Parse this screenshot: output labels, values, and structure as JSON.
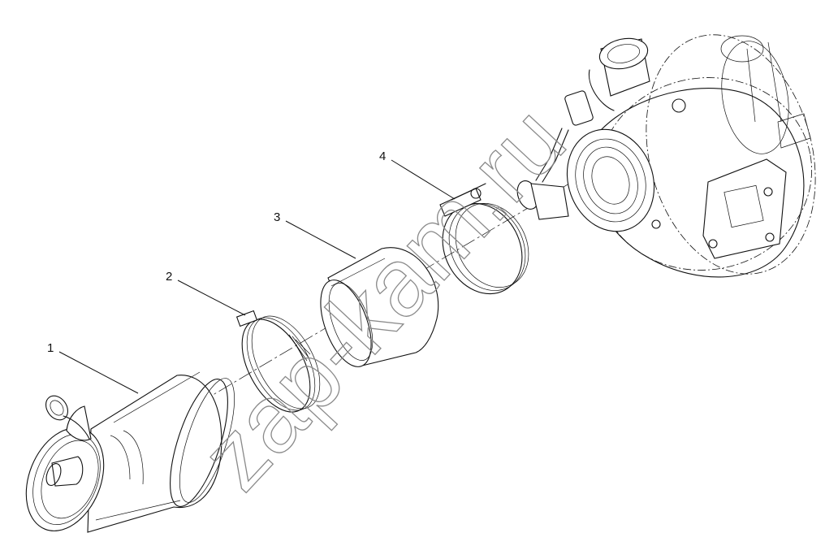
{
  "watermark": "zap-kam.ru",
  "callouts": [
    {
      "label": "1",
      "part": "air-filter-housing"
    },
    {
      "label": "2",
      "part": "hose-clamp"
    },
    {
      "label": "3",
      "part": "connecting-sleeve"
    },
    {
      "label": "4",
      "part": "t-bolt-clamp"
    }
  ],
  "colors": {
    "line": "#111111",
    "background": "#ffffff",
    "watermark": "#8a8a8a"
  }
}
